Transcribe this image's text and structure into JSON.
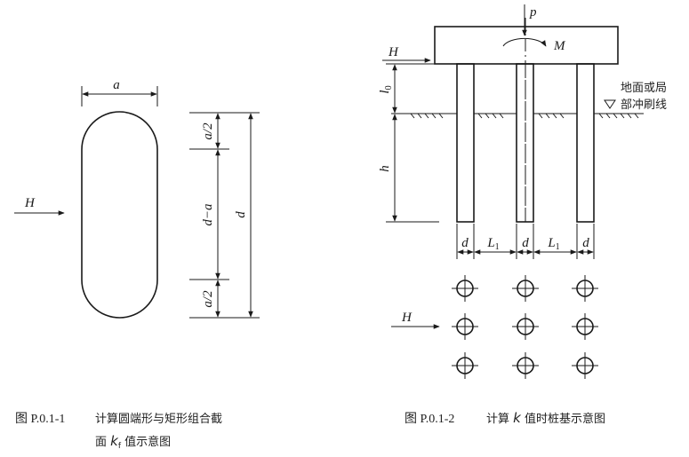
{
  "figure1": {
    "width_label": "a",
    "force_label": "H",
    "dim_top": "a/2",
    "dim_middle": "d−a",
    "dim_total": "d",
    "dim_bottom": "a/2",
    "caption_number": "图 P.0.1-1",
    "caption_line1": "计算圆端形与矩形组合截",
    "caption_line2_prefix": "面 ",
    "caption_symbol": "k",
    "caption_symbol_sub": "f",
    "caption_line2_suffix": " 值示意图"
  },
  "figure2": {
    "load_label": "p",
    "moment_label": "M",
    "force_label": "H",
    "free_length_symbol": "l",
    "free_length_sub": "0",
    "embed_label": "h",
    "ground_line1": "地面或局",
    "ground_line2": "部冲刷线",
    "dim_d1": "d",
    "dim_spacing1_symbol": "L",
    "dim_spacing1_sub": "1",
    "dim_d2": "d",
    "dim_spacing2_symbol": "L",
    "dim_spacing2_sub": "1",
    "dim_d3": "d",
    "plan_force_label": "H",
    "caption_number": "图 P.0.1-2",
    "caption_prefix": "计算 ",
    "caption_symbol": "k",
    "caption_suffix": " 值时桩基示意图"
  }
}
